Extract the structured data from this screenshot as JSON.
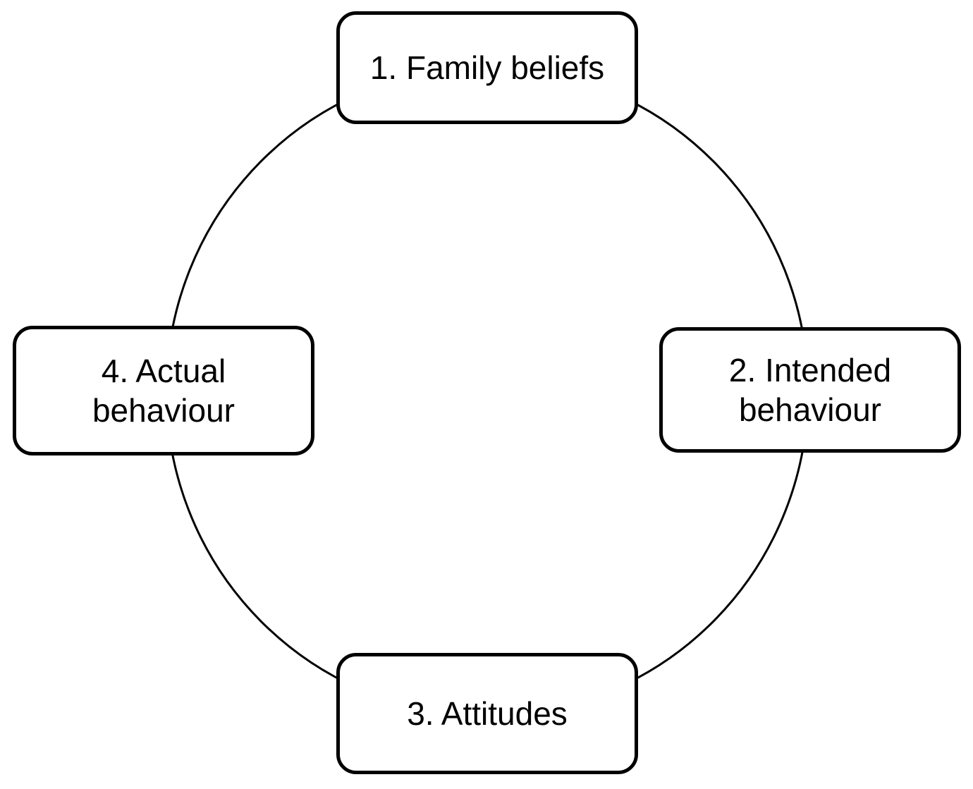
{
  "diagram": {
    "type": "cycle",
    "colors": {
      "stroke": "#000000",
      "background": "#ffffff"
    },
    "nodes": [
      {
        "id": "family-beliefs",
        "lines": [
          "1. Family beliefs"
        ]
      },
      {
        "id": "intended-behaviour",
        "lines": [
          "2. Intended",
          "behaviour"
        ]
      },
      {
        "id": "attitudes",
        "lines": [
          "3. Attitudes"
        ]
      },
      {
        "id": "actual-behaviour",
        "lines": [
          "4. Actual",
          "behaviour"
        ]
      }
    ],
    "edges": [
      {
        "from": "family-beliefs",
        "to": "intended-behaviour"
      },
      {
        "from": "intended-behaviour",
        "to": "attitudes"
      },
      {
        "from": "attitudes",
        "to": "actual-behaviour"
      },
      {
        "from": "actual-behaviour",
        "to": "family-beliefs"
      }
    ]
  }
}
